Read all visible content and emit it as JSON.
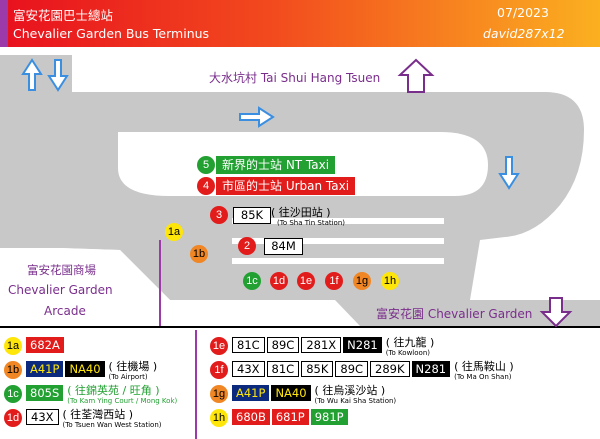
{
  "header": {
    "title_zh": "富安花園巴士總站",
    "title_en": "Chevalier Garden Bus Terminus",
    "date": "07/2023",
    "author": "david287x12",
    "colors": {
      "gradient_start": "#e8101e",
      "gradient_end": "#fbb020",
      "accent_bar": "#9b3aa8"
    }
  },
  "map": {
    "direction_tai_shui_hang": "大水坑村 Tai Shui Hang Tsuen",
    "mall_zh": "富安花園商場",
    "mall_en_1": "Chevalier Garden",
    "mall_en_2": "Arcade",
    "exit_label": "富安花園 Chevalier Garden",
    "taxi_nt_num": "5",
    "taxi_nt_label": "新界的士站 NT Taxi",
    "taxi_urban_num": "4",
    "taxi_urban_label": "市區的士站 Urban Taxi",
    "stop3_num": "3",
    "stop3_route": "85K",
    "stop3_dest_zh": "( 往沙田站 )",
    "stop3_dest_en": "(To Sha Tin Station)",
    "stop2_num": "2",
    "stop2_route": "84M",
    "bays": {
      "b1a": "1a",
      "b1b": "1b",
      "b1c": "1c",
      "b1d": "1d",
      "b1e": "1e",
      "b1f": "1f",
      "b1g": "1g",
      "b1h": "1h"
    },
    "colors": {
      "road": "#c8c8c8",
      "arrow_blue": "#3b8fe0",
      "arrow_purple": "#7a2e8c"
    }
  },
  "legend": {
    "left": [
      {
        "bay": "1a",
        "color": "yellow",
        "routes": [
          {
            "num": "682A",
            "style": "red"
          }
        ],
        "dest_zh": "",
        "dest_en": ""
      },
      {
        "bay": "1b",
        "color": "orange",
        "routes": [
          {
            "num": "A41P",
            "style": "a41"
          },
          {
            "num": "NA40",
            "style": "na40"
          }
        ],
        "dest_zh": "( 往機場 )",
        "dest_en": "(To Airport)"
      },
      {
        "bay": "1c",
        "color": "green",
        "routes": [
          {
            "num": "805S",
            "style": "green"
          }
        ],
        "dest_zh": "( 往錦英苑 / 旺角 )",
        "dest_en": "(To Kam Ying Court / Mong Kok)",
        "dest_green": true
      },
      {
        "bay": "1d",
        "color": "red",
        "routes": [
          {
            "num": "43X",
            "style": "white"
          }
        ],
        "dest_zh": "( 往荃灣西站 )",
        "dest_en": "(To Tsuen Wan West Station)"
      }
    ],
    "right": [
      {
        "bay": "1e",
        "color": "red",
        "routes": [
          {
            "num": "81C",
            "style": "white"
          },
          {
            "num": "89C",
            "style": "white"
          },
          {
            "num": "281X",
            "style": "white"
          },
          {
            "num": "N281",
            "style": "black"
          }
        ],
        "dest_zh": "( 往九龍 )",
        "dest_en": "(To Kowloon)"
      },
      {
        "bay": "1f",
        "color": "red",
        "routes": [
          {
            "num": "43X",
            "style": "white"
          },
          {
            "num": "81C",
            "style": "white"
          },
          {
            "num": "85K",
            "style": "white"
          },
          {
            "num": "89C",
            "style": "white"
          },
          {
            "num": "289K",
            "style": "white"
          },
          {
            "num": "N281",
            "style": "black"
          }
        ],
        "dest_zh": "( 往馬鞍山 )",
        "dest_en": "(To Ma On Shan)"
      },
      {
        "bay": "1g",
        "color": "orange",
        "routes": [
          {
            "num": "A41P",
            "style": "a41"
          },
          {
            "num": "NA40",
            "style": "na40"
          }
        ],
        "dest_zh": "( 往烏溪沙站 )",
        "dest_en": "(To Wu Kai Sha Station)"
      },
      {
        "bay": "1h",
        "color": "yellow",
        "routes": [
          {
            "num": "680B",
            "style": "red"
          },
          {
            "num": "681P",
            "style": "red"
          },
          {
            "num": "981P",
            "style": "green"
          }
        ],
        "dest_zh": "",
        "dest_en": ""
      }
    ]
  }
}
